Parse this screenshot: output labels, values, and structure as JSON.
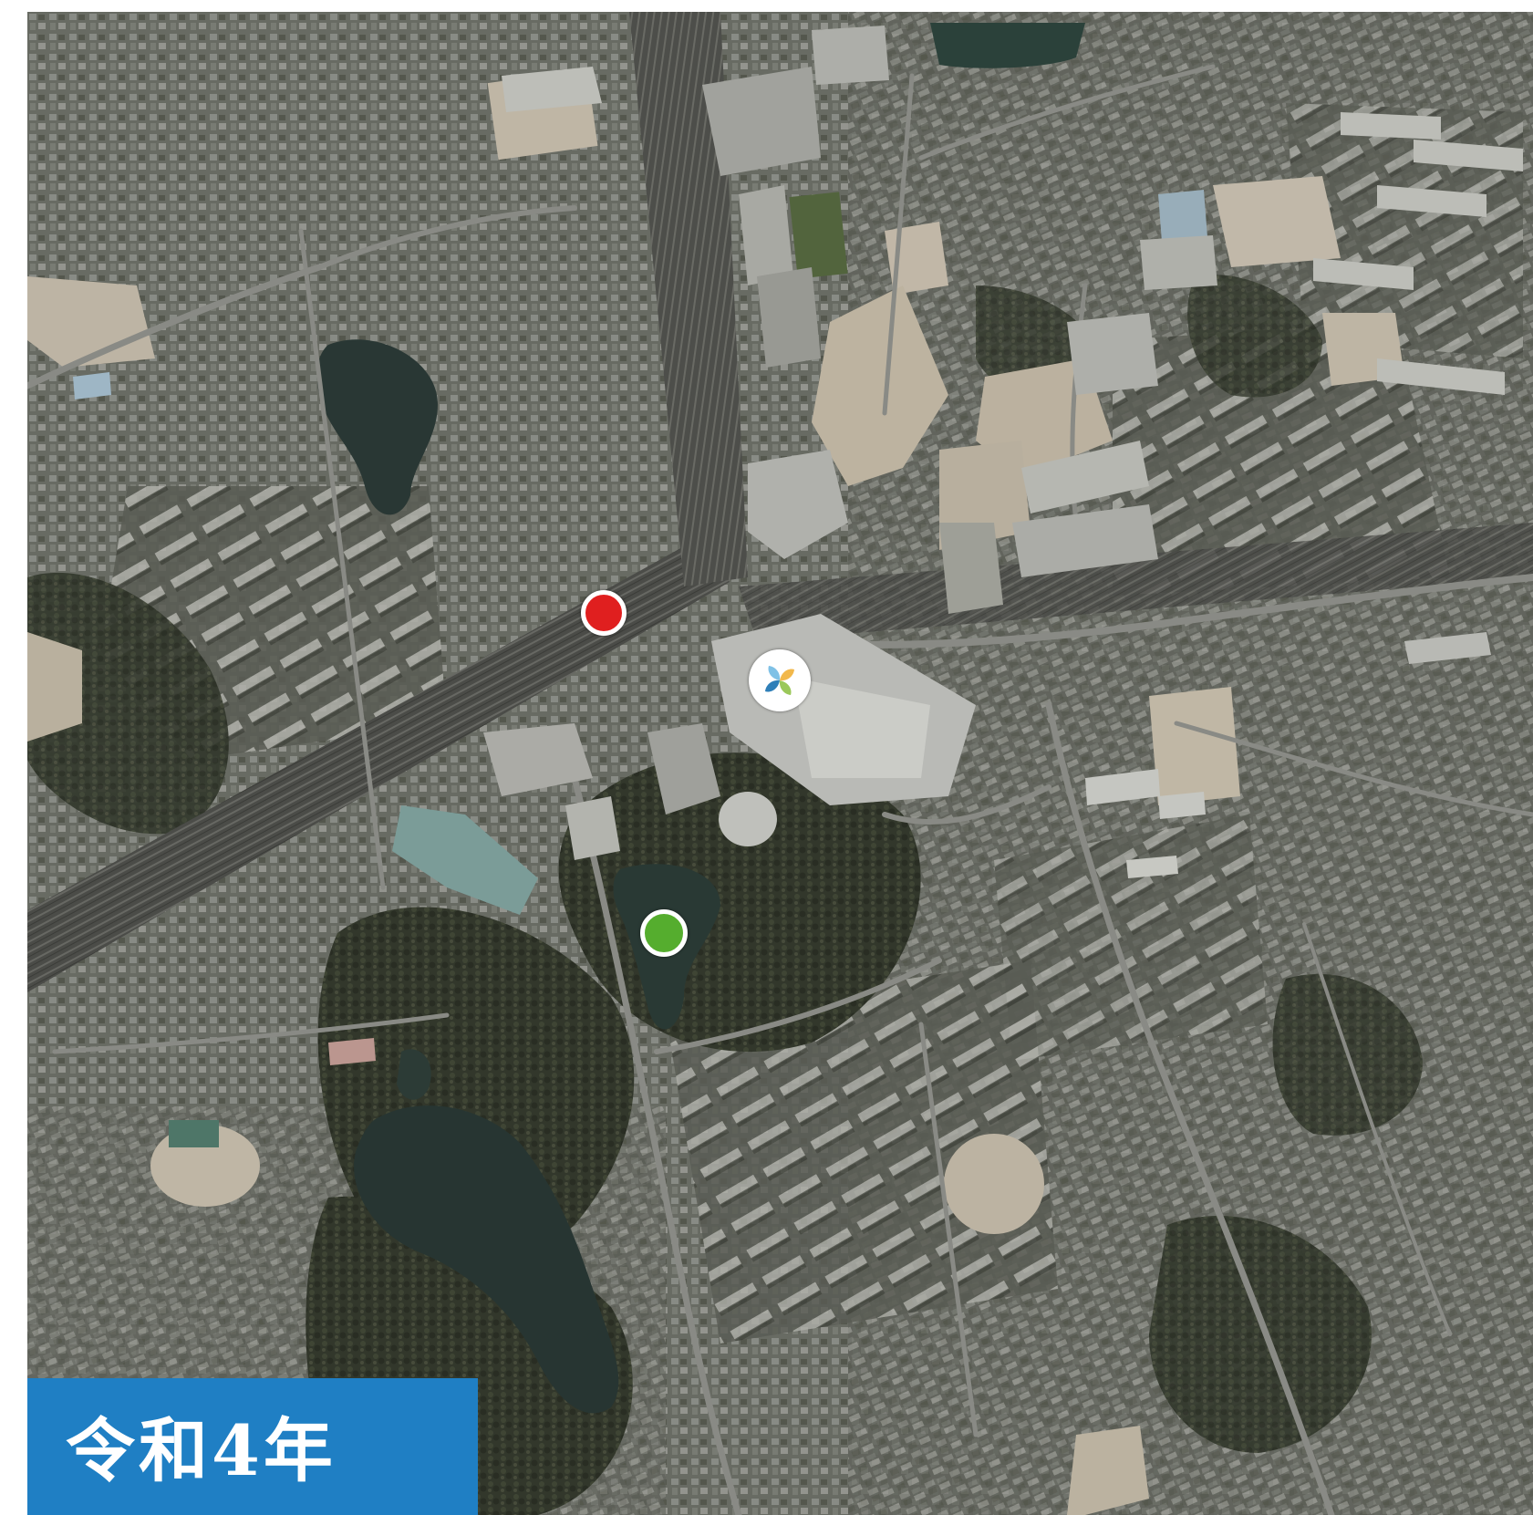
{
  "map": {
    "type": "aerial-photograph",
    "colors": {
      "urban": "#6b6e67",
      "park_vegetation": "#2f3526",
      "pond_water": "#263633",
      "rail_corridor": "#4b4c49",
      "field_sand": "#c9bfae"
    }
  },
  "markers": {
    "red": {
      "color": "#e01f1f",
      "icon": "red-dot-marker"
    },
    "green": {
      "color": "#55ad2e",
      "icon": "green-dot-marker"
    },
    "logo": {
      "icon": "flower-logo-icon",
      "colors": [
        "#7fc1e6",
        "#f2b84b",
        "#9bc85a",
        "#2f7fb8"
      ]
    }
  },
  "label": {
    "text": "令和4年",
    "background": "#1f7fc4",
    "color": "#ffffff"
  }
}
